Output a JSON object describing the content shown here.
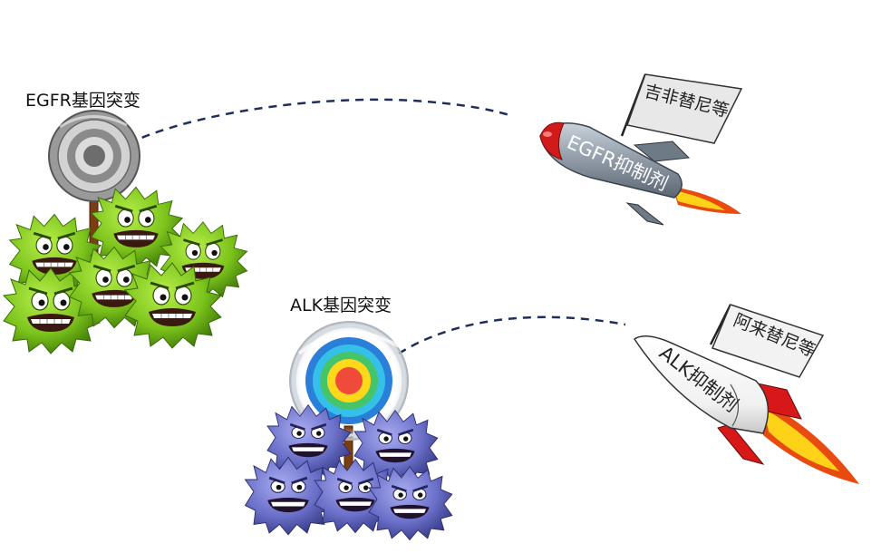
{
  "labels": {
    "egfr_mutation": "EGFR基因突变",
    "alk_mutation": "ALK基因突变"
  },
  "rockets": {
    "egfr": {
      "body_text": "EGFR抑制剂",
      "flag_text": "吉非替尼等"
    },
    "alk": {
      "body_text": "ALK抑制剂",
      "flag_text": "阿来替尼等"
    }
  },
  "colors": {
    "path": "#1f2f5a",
    "green_cell": "#7cc41c",
    "blue_cell": "#6a6fc8",
    "egfr_rocket_body": "#8f9aa6",
    "egfr_rocket_nose": "#d11a1a",
    "alk_rocket_body": "#f4f4f4",
    "alk_rocket_nose": "#d81818",
    "flame_outer": "#e84a10",
    "flame_inner": "#ffd21a",
    "alk_target_rings": [
      "#2a7fd8",
      "#34c0e8",
      "#46c46a",
      "#ffd81a",
      "#f04a3a"
    ],
    "egfr_target": "#777777"
  }
}
